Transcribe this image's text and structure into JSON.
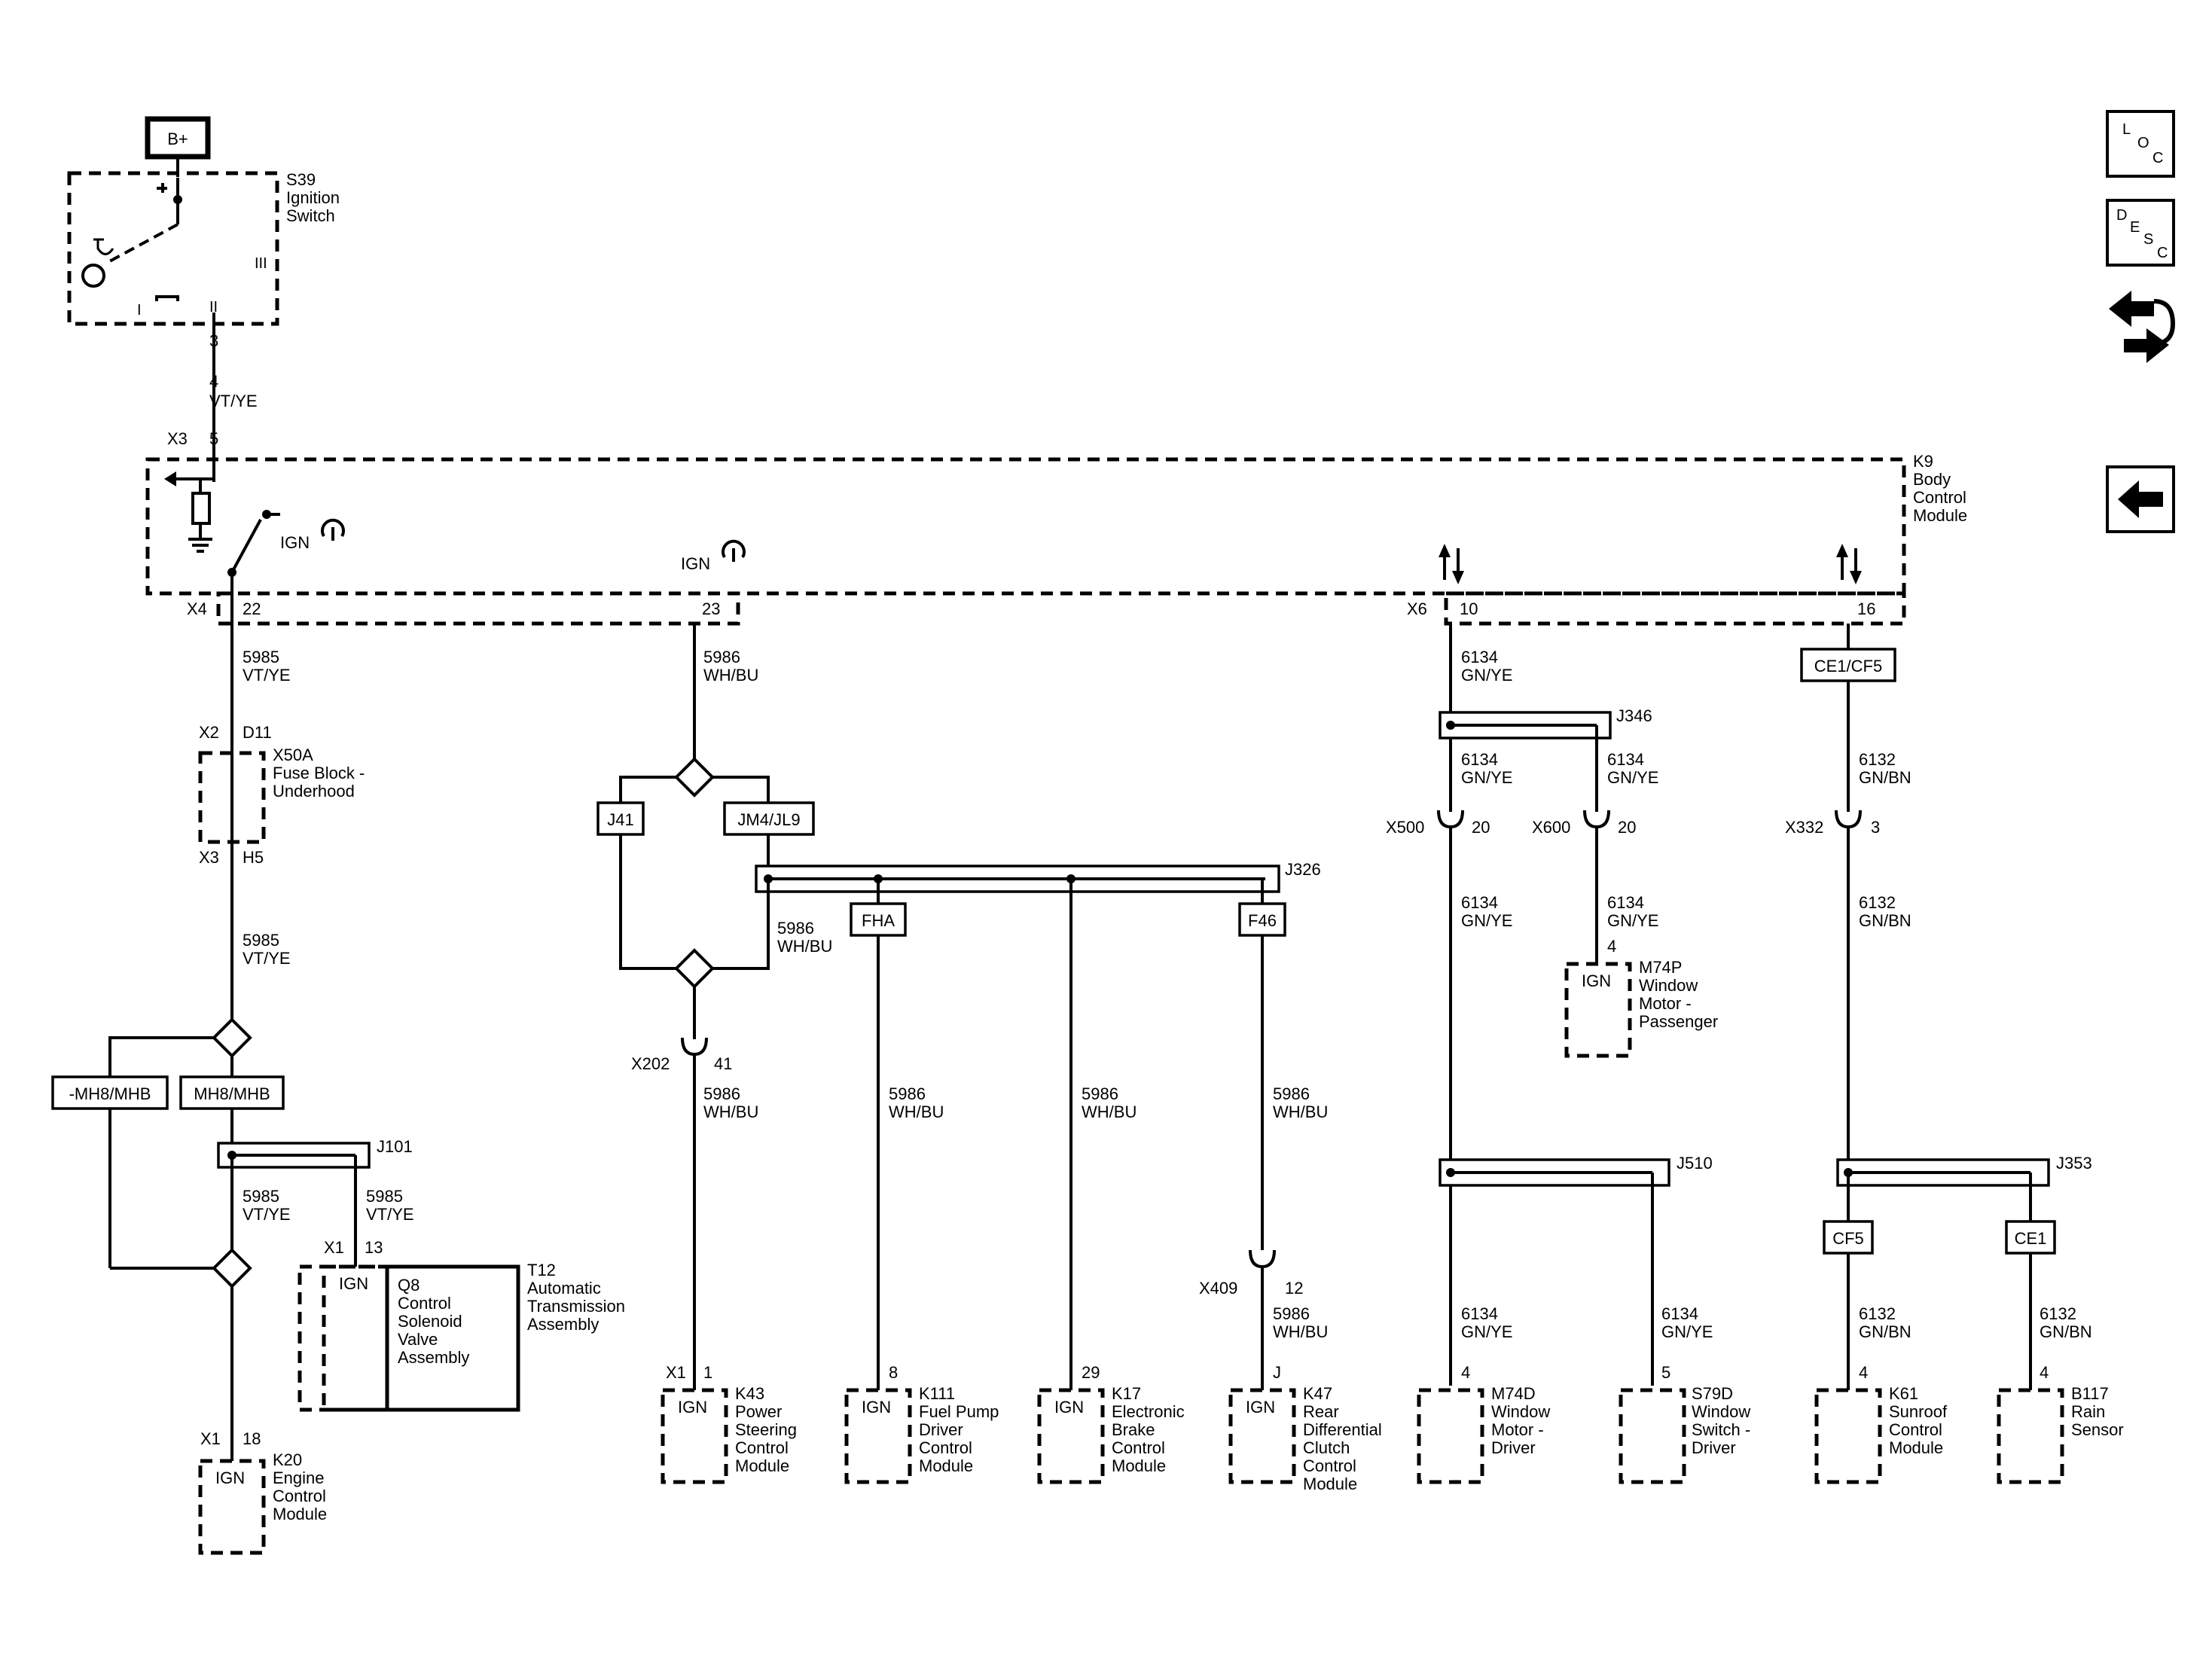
{
  "colors": {
    "line": "#000000",
    "background": "#ffffff"
  },
  "nav_icons": {
    "loc_letters": [
      "L",
      "O",
      "C"
    ],
    "desc_letters": [
      "D",
      "E",
      "S",
      "C"
    ],
    "connector_icon": "connector-swap-icon",
    "back_icon": "back-arrow-icon"
  },
  "power": {
    "battery": "B+"
  },
  "ignition_switch": {
    "id": "S39",
    "name_lines": [
      "Ignition",
      "Switch"
    ],
    "positions": [
      "I",
      "II",
      "III"
    ],
    "pin": "3"
  },
  "wires": {
    "w_s39": {
      "circuit": "4",
      "color": "VT/YE"
    },
    "w_5985a": {
      "circuit": "5985",
      "color": "VT/YE"
    },
    "w_5985b": {
      "circuit": "5985",
      "color": "VT/YE"
    },
    "w_5985c": {
      "circuit": "5985",
      "color": "VT/YE"
    },
    "w_5985d": {
      "circuit": "5985",
      "color": "VT/YE"
    },
    "w_5986a": {
      "circuit": "5986",
      "color": "WH/BU"
    },
    "w_5986b": {
      "circuit": "5986",
      "color": "WH/BU"
    },
    "w_5986c": {
      "circuit": "5986",
      "color": "WH/BU"
    },
    "w_5986d": {
      "circuit": "5986",
      "color": "WH/BU"
    },
    "w_5986e": {
      "circuit": "5986",
      "color": "WH/BU"
    },
    "w_5986f": {
      "circuit": "5986",
      "color": "WH/BU"
    },
    "w_5986g": {
      "circuit": "5986",
      "color": "WH/BU"
    },
    "w_6134a": {
      "circuit": "6134",
      "color": "GN/YE"
    },
    "w_6134b": {
      "circuit": "6134",
      "color": "GN/YE"
    },
    "w_6134c": {
      "circuit": "6134",
      "color": "GN/YE"
    },
    "w_6134d": {
      "circuit": "6134",
      "color": "GN/YE"
    },
    "w_6134e": {
      "circuit": "6134",
      "color": "GN/YE"
    },
    "w_6134f": {
      "circuit": "6134",
      "color": "GN/YE"
    },
    "w_6134g": {
      "circuit": "6134",
      "color": "GN/YE"
    },
    "w_6132a": {
      "circuit": "6132",
      "color": "GN/BN"
    },
    "w_6132b": {
      "circuit": "6132",
      "color": "GN/BN"
    },
    "w_6132c": {
      "circuit": "6132",
      "color": "GN/BN"
    },
    "w_6132d": {
      "circuit": "6132",
      "color": "GN/BN"
    }
  },
  "bcm": {
    "id": "K9",
    "name_lines": [
      "Body",
      "Control",
      "Module"
    ],
    "conn_x3": "X3",
    "pin_5": "5",
    "conn_x4": "X4",
    "pin_22": "22",
    "pin_23": "23",
    "conn_x6": "X6",
    "pin_10": "10",
    "pin_16": "16",
    "ign": "IGN"
  },
  "fuse_block": {
    "id": "X50A",
    "name_lines": [
      "Fuse Block -",
      "Underhood"
    ],
    "conn_top": "X2",
    "pin_top": "D11",
    "conn_bottom": "X3",
    "pin_bottom": "H5"
  },
  "options": {
    "mh8_neg": "-MH8/MHB",
    "mh8": "MH8/MHB",
    "j41": "J41",
    "jm4": "JM4/JL9",
    "fha": "FHA",
    "f46": "F46",
    "ce1cf5": "CE1/CF5",
    "cf5": "CF5",
    "ce1": "CE1"
  },
  "splices": {
    "j101": "J101",
    "j326": "J326",
    "j346": "J346",
    "j510": "J510",
    "j353": "J353"
  },
  "inline_connectors": {
    "x202": {
      "id": "X202",
      "pin": "41"
    },
    "x409": {
      "id": "X409",
      "pin": "12"
    },
    "x500": {
      "id": "X500",
      "pin": "20"
    },
    "x600": {
      "id": "X600",
      "pin": "20"
    },
    "x332": {
      "id": "X332",
      "pin": "3"
    }
  },
  "components": {
    "k20": {
      "conn": "X1",
      "pin": "18",
      "ign": "IGN",
      "lines": [
        "K20",
        "Engine",
        "Control",
        "Module"
      ]
    },
    "q8": {
      "conn": "X1",
      "pin": "13",
      "ign": "IGN",
      "lines": [
        "Q8",
        "Control",
        "Solenoid",
        "Valve",
        "Assembly"
      ]
    },
    "t12": {
      "lines": [
        "T12",
        "Automatic",
        "Transmission",
        "Assembly"
      ]
    },
    "k43": {
      "conn": "X1",
      "pin": "1",
      "ign": "IGN",
      "lines": [
        "K43",
        "Power",
        "Steering",
        "Control",
        "Module"
      ]
    },
    "k111": {
      "pin": "8",
      "ign": "IGN",
      "lines": [
        "K111",
        "Fuel Pump",
        "Driver",
        "Control",
        "Module"
      ]
    },
    "k17": {
      "pin": "29",
      "ign": "IGN",
      "lines": [
        "K17",
        "Electronic",
        "Brake",
        "Control",
        "Module"
      ]
    },
    "k47": {
      "pin": "J",
      "ign": "IGN",
      "lines": [
        "K47",
        "Rear",
        "Differential",
        "Clutch",
        "Control",
        "Module"
      ]
    },
    "m74p": {
      "pin": "4",
      "ign": "IGN",
      "lines": [
        "M74P",
        "Window",
        "Motor -",
        "Passenger"
      ]
    },
    "m74d": {
      "pin": "4",
      "lines": [
        "M74D",
        "Window",
        "Motor -",
        "Driver"
      ]
    },
    "s79d": {
      "pin": "5",
      "lines": [
        "S79D",
        "Window",
        "Switch -",
        "Driver"
      ]
    },
    "k61": {
      "pin": "4",
      "lines": [
        "K61",
        "Sunroof",
        "Control",
        "Module"
      ]
    },
    "b117": {
      "pin": "4",
      "lines": [
        "B117",
        "Rain",
        "Sensor"
      ]
    }
  }
}
